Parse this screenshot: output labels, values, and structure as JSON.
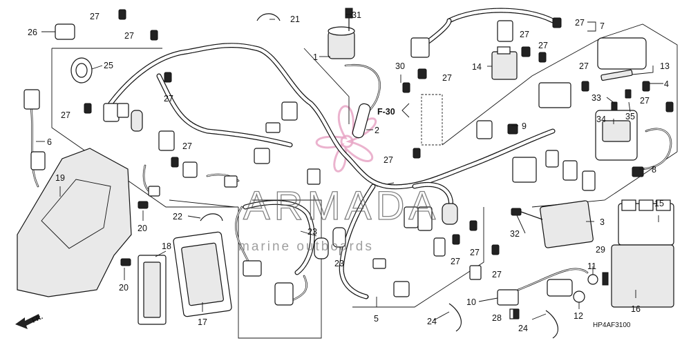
{
  "diagram": {
    "code": "HP4AF3100",
    "section_ref": "F-30",
    "front_marker": "FR."
  },
  "watermark": {
    "brand": "ARMADA",
    "tagline": "marine outboards",
    "accent_color": "#e8a6c6"
  },
  "callouts": [
    {
      "id": "c1",
      "label": "1"
    },
    {
      "id": "c2",
      "label": "2"
    },
    {
      "id": "c3",
      "label": "3"
    },
    {
      "id": "c4",
      "label": "4"
    },
    {
      "id": "c5",
      "label": "5"
    },
    {
      "id": "c6",
      "label": "6"
    },
    {
      "id": "c7",
      "label": "7"
    },
    {
      "id": "c8",
      "label": "8"
    },
    {
      "id": "c9",
      "label": "9"
    },
    {
      "id": "c10",
      "label": "10"
    },
    {
      "id": "c11",
      "label": "11"
    },
    {
      "id": "c12",
      "label": "12"
    },
    {
      "id": "c13",
      "label": "13"
    },
    {
      "id": "c14",
      "label": "14"
    },
    {
      "id": "c15",
      "label": "15"
    },
    {
      "id": "c16",
      "label": "16"
    },
    {
      "id": "c17",
      "label": "17"
    },
    {
      "id": "c18",
      "label": "18"
    },
    {
      "id": "c19",
      "label": "19"
    },
    {
      "id": "c20a",
      "label": "20"
    },
    {
      "id": "c20b",
      "label": "20"
    },
    {
      "id": "c21",
      "label": "21"
    },
    {
      "id": "c22",
      "label": "22"
    },
    {
      "id": "c23a",
      "label": "23"
    },
    {
      "id": "c23b",
      "label": "23"
    },
    {
      "id": "c24a",
      "label": "24"
    },
    {
      "id": "c24b",
      "label": "24"
    },
    {
      "id": "c25",
      "label": "25"
    },
    {
      "id": "c26",
      "label": "26"
    },
    {
      "id": "c27a",
      "label": "27"
    },
    {
      "id": "c27b",
      "label": "27"
    },
    {
      "id": "c27c",
      "label": "27"
    },
    {
      "id": "c27d",
      "label": "27"
    },
    {
      "id": "c27e",
      "label": "27"
    },
    {
      "id": "c27f",
      "label": "27"
    },
    {
      "id": "c27g",
      "label": "27"
    },
    {
      "id": "c27h",
      "label": "27"
    },
    {
      "id": "c27i",
      "label": "27"
    },
    {
      "id": "c27j",
      "label": "27"
    },
    {
      "id": "c27k",
      "label": "27"
    },
    {
      "id": "c27l",
      "label": "27"
    },
    {
      "id": "c27m",
      "label": "27"
    },
    {
      "id": "c27n",
      "label": "27"
    },
    {
      "id": "c27o",
      "label": "27"
    },
    {
      "id": "c27p",
      "label": "27"
    },
    {
      "id": "c27q",
      "label": "27"
    },
    {
      "id": "c28",
      "label": "28"
    },
    {
      "id": "c29",
      "label": "29"
    },
    {
      "id": "c30",
      "label": "30"
    },
    {
      "id": "c31",
      "label": "31"
    },
    {
      "id": "c32",
      "label": "32"
    },
    {
      "id": "c33",
      "label": "33"
    },
    {
      "id": "c34",
      "label": "34"
    },
    {
      "id": "c35",
      "label": "35"
    }
  ]
}
